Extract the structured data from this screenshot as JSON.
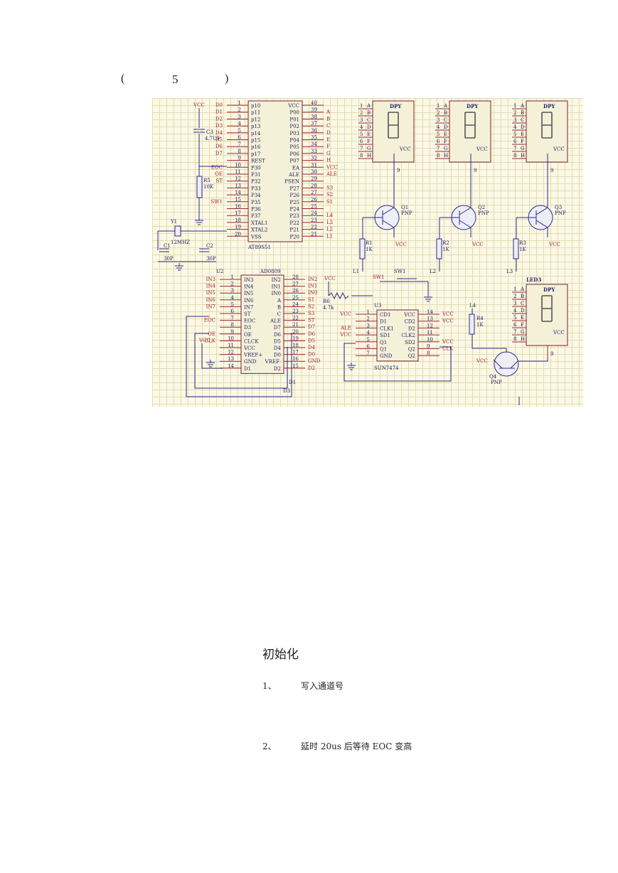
{
  "caption": {
    "open": "(",
    "number": "5",
    "close": ")"
  },
  "schematic": {
    "mcu": {
      "name": "AT89S51",
      "left_labels": [
        "D0",
        "D1",
        "D2",
        "D3",
        "D4",
        "D5",
        "D6",
        "D7",
        "",
        "EOC",
        "OE",
        "ST",
        "",
        "",
        "SW1",
        "",
        "",
        "",
        "",
        ""
      ],
      "left_pins": [
        "1",
        "2",
        "3",
        "4",
        "5",
        "6",
        "7",
        "8",
        "9",
        "10",
        "11",
        "12",
        "13",
        "14",
        "15",
        "16",
        "17",
        "18",
        "19",
        "20"
      ],
      "left_names": [
        "p10",
        "p11",
        "p12",
        "p13",
        "p14",
        "p15",
        "p16",
        "p17",
        "REST",
        "P30",
        "P31",
        "P32",
        "P33",
        "P34",
        "P35",
        "P36",
        "P37",
        "XTAL1",
        "XTAL2",
        "VSS"
      ],
      "right_names": [
        "VCC",
        "P00",
        "P01",
        "P02",
        "P03",
        "P04",
        "P05",
        "P06",
        "P07",
        "EA",
        "ALE",
        "PSEN",
        "P27",
        "P26",
        "P25",
        "P24",
        "P23",
        "P22",
        "P21",
        "P20"
      ],
      "right_pins": [
        "40",
        "39",
        "38",
        "37",
        "36",
        "35",
        "34",
        "33",
        "32",
        "31",
        "30",
        "29",
        "28",
        "27",
        "26",
        "25",
        "24",
        "23",
        "22",
        "21"
      ],
      "right_labels": [
        "",
        "A",
        "B",
        "C",
        "D",
        "E",
        "F",
        "G",
        "H",
        "VCC",
        "ALE",
        "",
        "S3",
        "S2",
        "S1",
        "",
        "L4",
        "L3",
        "L2",
        "L1"
      ]
    },
    "power": {
      "vcc": "VCC",
      "pnp": "PNP",
      "gnd": "GND"
    },
    "passives": {
      "c3": "C3",
      "c3_value": "4.7UF",
      "r5": "R5",
      "r5_value": "10K",
      "crystal": "Y1",
      "crystal_value": "12MHZ",
      "c1": "C1",
      "c1_value": "30P",
      "c2": "C2",
      "c2_value": "30P",
      "r6": "R6",
      "r6_value": "4.7k",
      "sw": "SW1"
    },
    "displays": {
      "seg_labels": [
        "A",
        "B",
        "C",
        "D",
        "E",
        "F",
        "G",
        "H"
      ],
      "seg_pins": [
        "1",
        "2",
        "3",
        "4",
        "5",
        "6",
        "7",
        "8"
      ],
      "chip_label": "DPY",
      "last_name": "LED3",
      "com_pin": "9"
    },
    "drivers": [
      {
        "q": "Q1",
        "r": "R1",
        "rv": "1K",
        "l": "L1"
      },
      {
        "q": "Q2",
        "r": "R2",
        "rv": "1K",
        "l": "L2"
      },
      {
        "q": "Q3",
        "r": "R3",
        "rv": "1K",
        "l": "L3"
      },
      {
        "q": "Q4",
        "r": "R4",
        "rv": "1K",
        "l": "L4"
      }
    ],
    "adc": {
      "ref": "U2",
      "name": "AD0809",
      "left_labels": [
        "IN3",
        "IN4",
        "IN5",
        "IN6",
        "IN7",
        "",
        "EOC",
        "",
        "OE",
        "CLK",
        "",
        "",
        "",
        ""
      ],
      "left_pins": [
        "1",
        "2",
        "3",
        "4",
        "5",
        "6",
        "7",
        "8",
        "9",
        "10",
        "11",
        "12",
        "13",
        "14"
      ],
      "left_names": [
        "IN3",
        "IN4",
        "IN5",
        "IN6",
        "IN7",
        "ST",
        "EOC",
        "D3",
        "OE",
        "CLCK",
        "VCC",
        "VREF+",
        "GND",
        "D1"
      ],
      "right_names": [
        "IN2",
        "IN1",
        "IN0",
        "A",
        "B",
        "C",
        "ALE",
        "D7",
        "D6",
        "D5",
        "D4",
        "D0",
        "VREF-",
        "D2"
      ],
      "right_pins": [
        "28",
        "27",
        "26",
        "25",
        "24",
        "23",
        "22",
        "21",
        "20",
        "19",
        "18",
        "17",
        "16",
        "15"
      ],
      "right_labels": [
        "IN2",
        "IN1",
        "IN0",
        "S1",
        "S2",
        "S3",
        "ST",
        "D7",
        "D6",
        "D5",
        "D4",
        "D0",
        "GND",
        "D2"
      ],
      "extra": [
        "D1",
        "D3"
      ]
    },
    "flipflop": {
      "ref": "U3",
      "name": "SUN7474",
      "left_labels": [
        "VCC",
        "",
        "ALE",
        "VCC",
        "",
        "",
        ""
      ],
      "left_pins": [
        "1",
        "2",
        "3",
        "4",
        "5",
        "6",
        "7"
      ],
      "left_names": [
        "CD1",
        "D1",
        "CLK1",
        "SD1",
        "Q1",
        "Q1",
        "GND"
      ],
      "right_names": [
        "VCC",
        "CD2",
        "D2",
        "CLK2",
        "SD2",
        "Q2",
        "Q2"
      ],
      "right_pins": [
        "14",
        "13",
        "12",
        "11",
        "10",
        "9",
        "8"
      ],
      "right_labels": [
        "VCC",
        "VCC",
        "",
        "",
        "VCC",
        "CLK",
        ""
      ]
    }
  },
  "section_title": "初始化",
  "steps": [
    {
      "num": "1、",
      "text": "写入通道号"
    },
    {
      "num": "2、",
      "text": "延时 20us 后等待 EOC 变高"
    }
  ]
}
